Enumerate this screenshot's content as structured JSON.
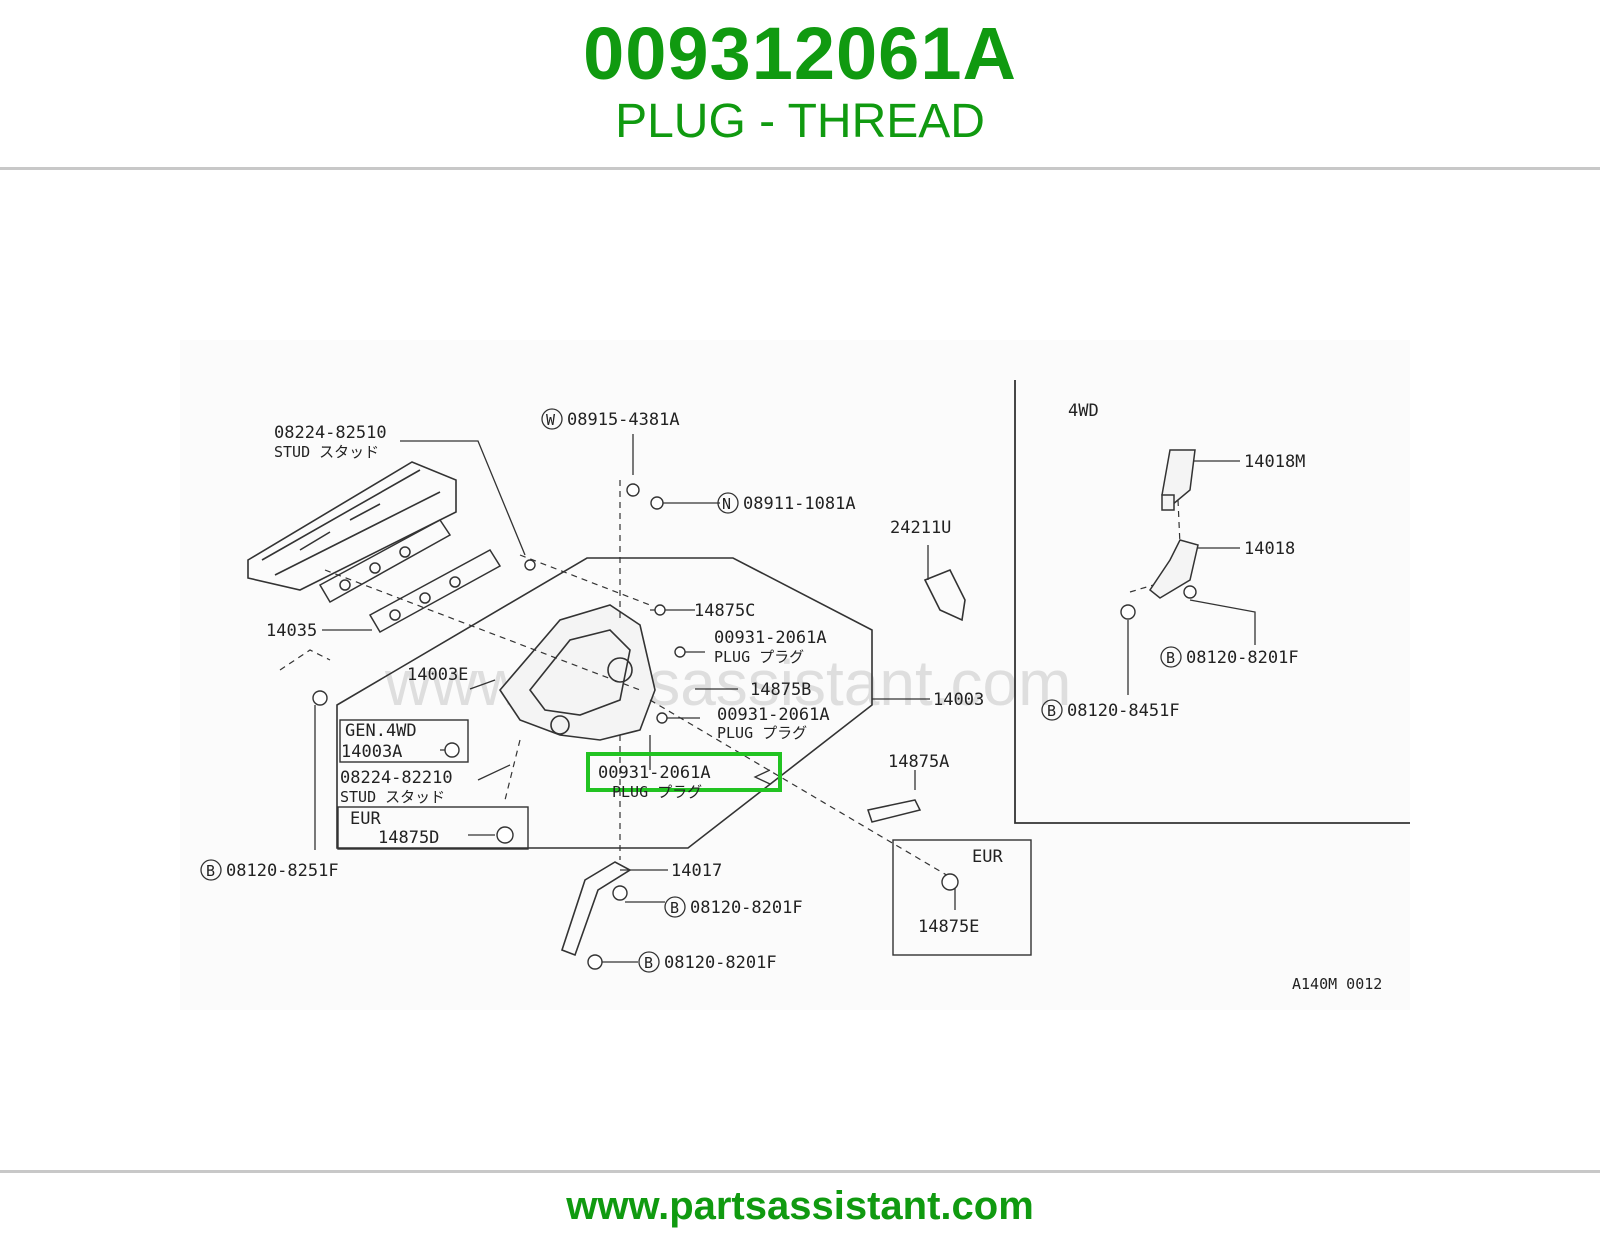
{
  "header": {
    "part_number": "009312061A",
    "part_name": "PLUG - THREAD"
  },
  "diagram": {
    "watermark": "www.partsassistant.com",
    "figure_code": "A140M 0012",
    "inset_title": "4WD",
    "highlight_label": "00931-2061A",
    "labels": {
      "stud_82510": "08224-82510",
      "stud_82510_sub": "STUD スタッド",
      "w_4381": "08915-4381A",
      "n_1081": "08911-1081A",
      "p_24211u": "24211U",
      "p_14035": "14035",
      "p_14875c": "14875C",
      "plug_a_num": "00931-2061A",
      "plug_a_sub": "PLUG プラグ",
      "p_14003e": "14003E",
      "p_14875b": "14875B",
      "p_14003": "14003",
      "plug_b_num": "00931-2061A",
      "plug_b_sub": "PLUG プラグ",
      "gen_4wd": "GEN.4WD",
      "p_14003a": "14003A",
      "stud_82210": "08224-82210",
      "stud_82210_sub": "STUD スタッド",
      "plug_c_sub": "PLUG プラグ",
      "p_14875a": "14875A",
      "eur_1": "EUR",
      "p_14875d": "14875D",
      "b_8251": "08120-8251F",
      "p_14017": "14017",
      "b_8201_1": "08120-8201F",
      "b_8201_2": "08120-8201F",
      "eur_2": "EUR",
      "p_14875e": "14875E",
      "p_14018m": "14018M",
      "p_14018": "14018",
      "b_8201_3": "08120-8201F",
      "b_8451": "08120-8451F"
    },
    "circle_letters": {
      "w": "W",
      "n": "N",
      "b1": "B",
      "b2": "B",
      "b3": "B",
      "b4": "B",
      "b5": "B"
    },
    "highlight_color": "#22c322"
  },
  "footer": {
    "url": "www.partsassistant.com"
  }
}
